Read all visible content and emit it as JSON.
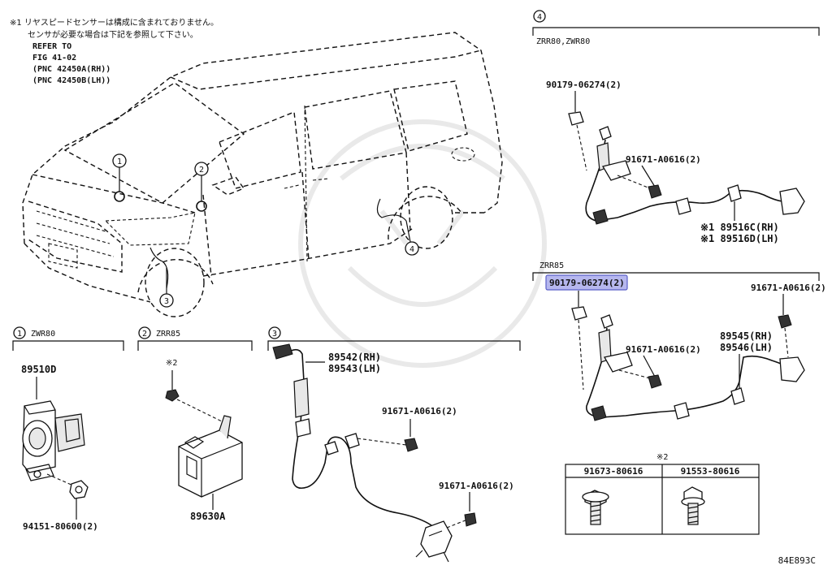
{
  "notes": {
    "line1": "※1 リヤスピードセンサーは構成に含まれておりません。",
    "line2": "センサが必要な場合は下記を参照して下さい。",
    "line3": "REFER TO",
    "line4": "FIG 41-02",
    "line5": "(PNC 42450A(RH))",
    "line6": "(PNC 42450B(LH))"
  },
  "callouts": {
    "c1": "1",
    "c2": "2",
    "c3": "3",
    "c4": "4"
  },
  "sections": {
    "s1": {
      "num": "1",
      "label": "ZWR80"
    },
    "s2": {
      "num": "2",
      "label": "ZRR85"
    },
    "s3": {
      "num": "3",
      "label": ""
    },
    "s4": {
      "num": "4",
      "label": "ZRR80,ZWR80"
    },
    "s5": {
      "label": "ZRR85"
    }
  },
  "parts": {
    "p89510D": "89510D",
    "p94151": "94151-80600(2)",
    "mark2": "※2",
    "p89630A": "89630A",
    "p89542": "89542(RH)",
    "p89543": "89543(LH)",
    "p91671_a": "91671-A0616(2)",
    "p91671_b": "91671-A0616(2)",
    "p90179_top": "90179-06274(2)",
    "p91671_c": "91671-A0616(2)",
    "p89516C": "※1 89516C(RH)",
    "p89516D": "※1 89516D(LH)",
    "p90179_hl": "90179-06274(2)",
    "p91671_d": "91671-A0616(2)",
    "p91671_e": "91671-A0616(2)",
    "p89545": "89545(RH)",
    "p89546": "89546(LH)"
  },
  "table": {
    "mark": "※2",
    "col1": "91673-80616",
    "col2": "91553-80616"
  },
  "figure_code": "84E893C",
  "colors": {
    "highlight_fill": "#b6b7ee",
    "highlight_stroke": "#5a5fc8"
  }
}
